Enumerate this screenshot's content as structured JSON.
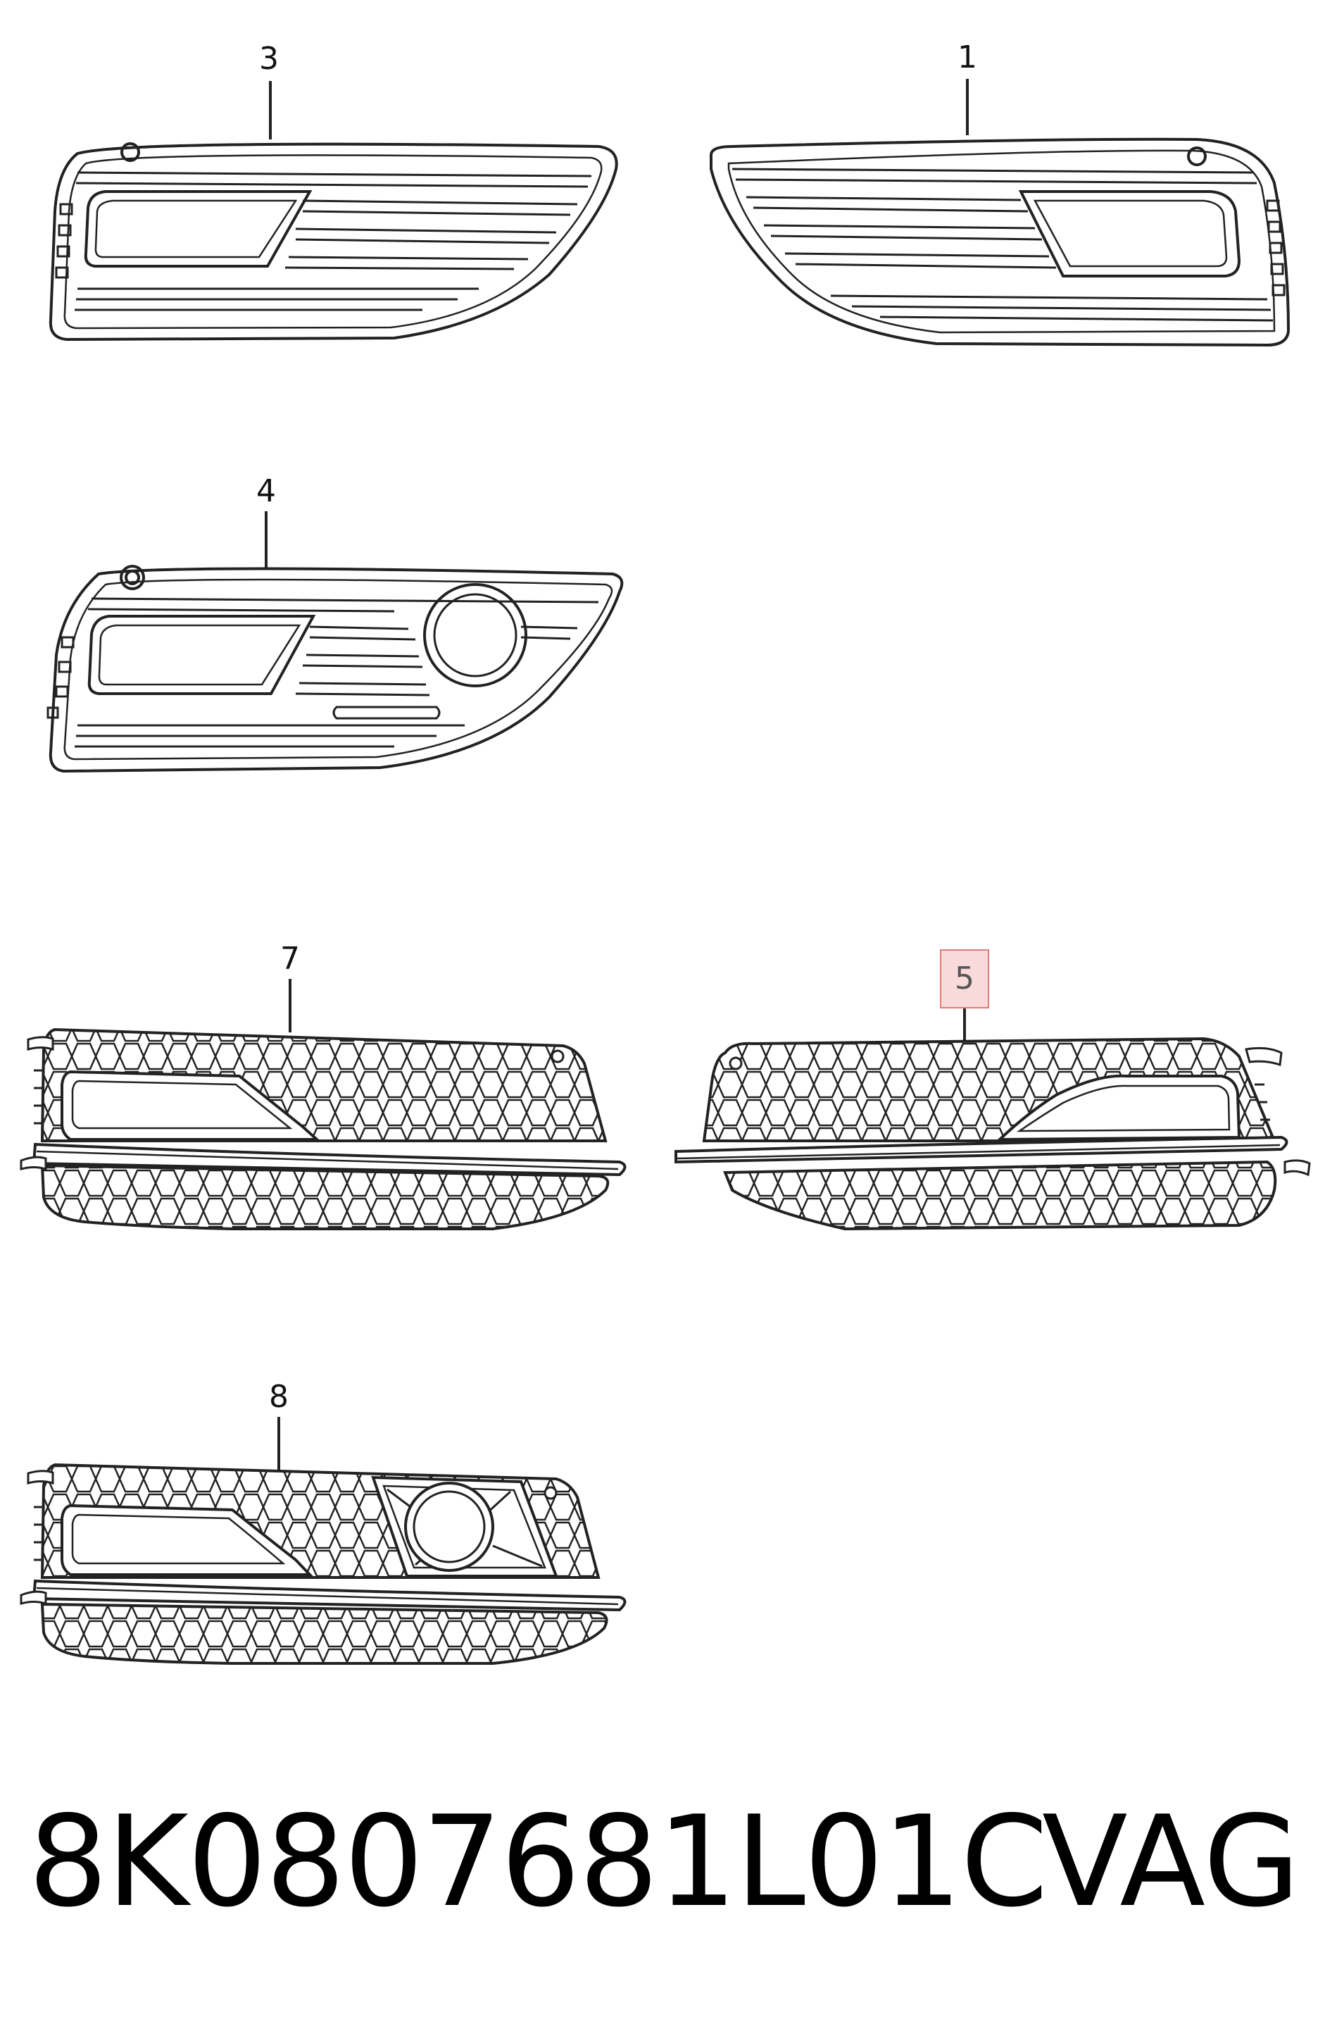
{
  "callouts": {
    "part_1": "1",
    "part_3": "3",
    "part_4": "4",
    "part_5": "5",
    "part_7": "7",
    "part_8": "8"
  },
  "footer": {
    "part_number": "8K0807681L01C",
    "brand": "VAG"
  },
  "colors": {
    "line": "#222222",
    "highlight_fill": "#f9dada",
    "highlight_border": "#e07b7b"
  }
}
